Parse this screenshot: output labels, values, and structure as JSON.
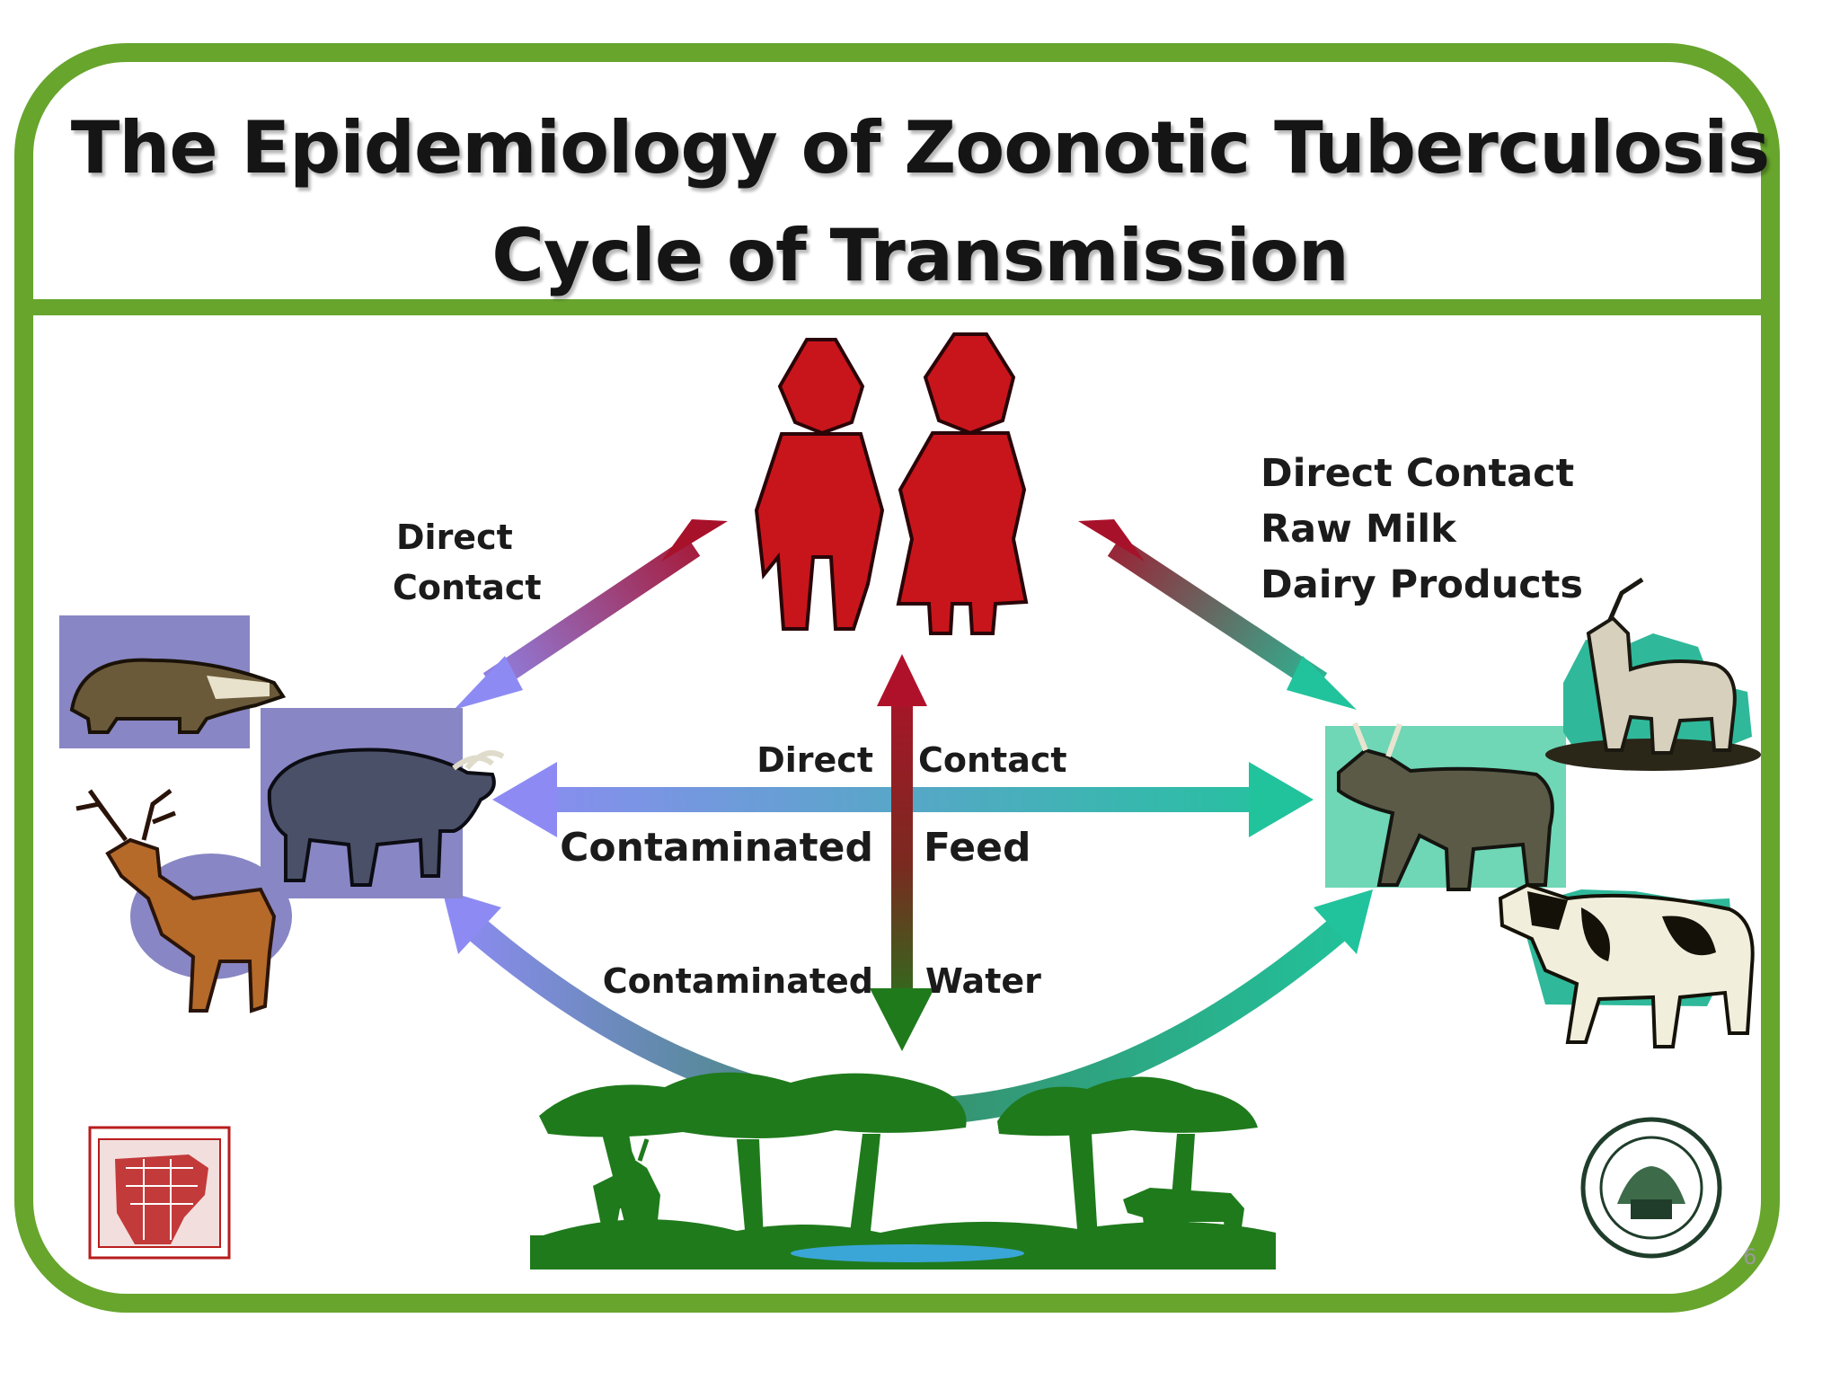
{
  "title": {
    "line1": "The Epidemiology of Zoonotic Tuberculosis",
    "line2": "Cycle of Transmission"
  },
  "labels": {
    "left_top": [
      "Direct",
      "Contact"
    ],
    "right_top": [
      "Direct Contact",
      "Raw Milk",
      "Dairy Products"
    ],
    "center_direct": "Direct",
    "center_contact": "Contact",
    "center_contaminated_feed": "Contaminated",
    "center_feed": "Feed",
    "center_contaminated_water": "Contaminated",
    "center_water": "Water"
  },
  "page_number": "6",
  "colors": {
    "frame_green": "#67a52d",
    "human_red": "#c8151b",
    "wildlife_lavender": "#8d8bf3",
    "livestock_teal": "#21c39c",
    "environment_green": "#1f7a1c",
    "arrow_dark_red": "#a8112a"
  },
  "icons": {
    "humans": "man-and-woman-icon",
    "wildlife": [
      "badger-icon",
      "buffalo-icon",
      "deer-icon"
    ],
    "livestock": [
      "zebu-cattle-icon",
      "goat-icon",
      "dairy-cow-icon"
    ],
    "environment": "savanna-landscape-icon",
    "logos": [
      "center-for-comparative-epidemiology-logo",
      "michigan-state-university-seal"
    ]
  }
}
